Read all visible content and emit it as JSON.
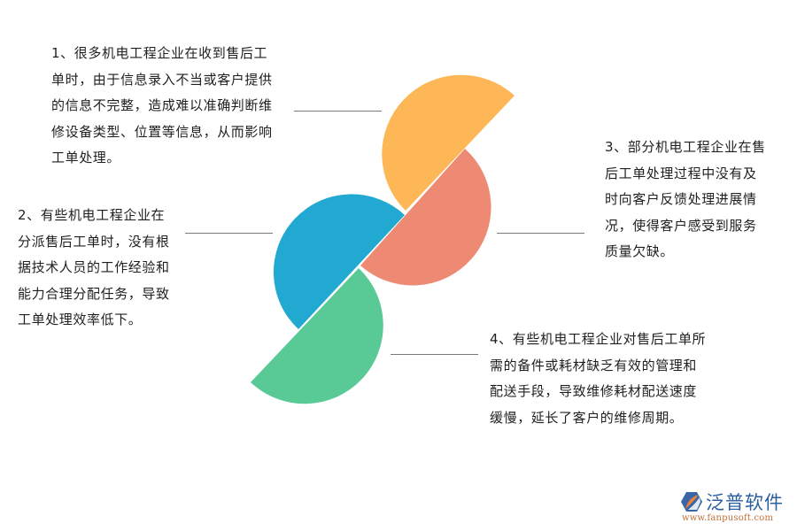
{
  "diagram": {
    "type": "four-petal pinwheel infographic",
    "colors": {
      "orange": "#FDB756",
      "salmon": "#EE8A74",
      "blue": "#22A9D2",
      "green": "#59C996",
      "connector": "#7A7A7A",
      "text": "#1F1F1F"
    },
    "petals": [
      {
        "name": "orange-petal",
        "color": "#FDB756"
      },
      {
        "name": "salmon-petal",
        "color": "#EE8A74"
      },
      {
        "name": "blue-petal",
        "color": "#22A9D2"
      },
      {
        "name": "green-petal",
        "color": "#59C996"
      }
    ]
  },
  "points": [
    {
      "number": "1",
      "lines": [
        "1、很多机电工程企业在收到售后工",
        "单时，由于信息录入不当或客户提供",
        "的信息不完整，造成难以准确判断维",
        "修设备类型、位置等信息，从而影响",
        "工单处理。"
      ]
    },
    {
      "number": "2",
      "lines": [
        "2、有些机电工程企业在",
        "分派售后工单时，没有根",
        "据技术人员的工作经验和",
        "能力合理分配任务，导致",
        "工单处理效率低下。"
      ]
    },
    {
      "number": "3",
      "lines": [
        "3、部分机电工程企业在售",
        "后工单处理过程中没有及",
        "时向客户反馈处理进展情",
        "况，使得客户感受到服务",
        "质量欠缺。"
      ]
    },
    {
      "number": "4",
      "lines": [
        "4、有些机电工程企业对售后工单所",
        "需的备件或耗材缺乏有效的管理和",
        "配送手段，导致维修耗材配送速度",
        "缓慢，延长了客户的维修周期。"
      ]
    }
  ],
  "logo": {
    "name": "泛普软件",
    "url": "www.fanpusoft.com",
    "icon": "fanpu-logo-icon"
  }
}
